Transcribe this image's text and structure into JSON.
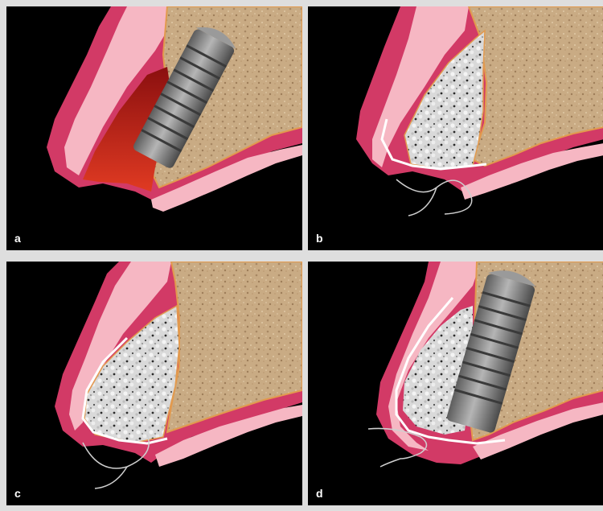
{
  "figure": {
    "panels": [
      {
        "label": "a",
        "contents": [
          "gingiva",
          "bone",
          "socket",
          "implant"
        ]
      },
      {
        "label": "b",
        "contents": [
          "gingiva",
          "bone",
          "graft",
          "membrane",
          "suture"
        ]
      },
      {
        "label": "c",
        "contents": [
          "gingiva",
          "bone",
          "graft",
          "membrane",
          "suture"
        ]
      },
      {
        "label": "d",
        "contents": [
          "gingiva",
          "bone",
          "graft",
          "membrane",
          "implant",
          "suture"
        ]
      }
    ]
  },
  "colors": {
    "background": "#000000",
    "gingiva_outer": "#d23a66",
    "gingiva_inner": "#f6b7c3",
    "bone": "#c9ab84",
    "bone_edge": "#e29a4e",
    "socket": "#c41e1e",
    "graft": "#d6d6d6",
    "membrane": "#ffffff",
    "implant": "#7a7a7a"
  }
}
